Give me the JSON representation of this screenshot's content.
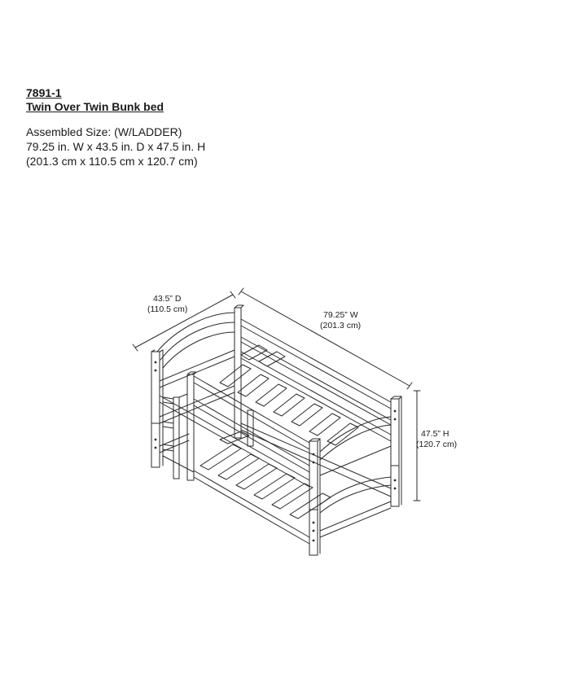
{
  "product": {
    "model": "7891-1",
    "name": "Twin Over Twin Bunk bed"
  },
  "specs": {
    "heading": "Assembled Size: (W/LADDER)",
    "imperial": "79.25 in. W x 43.5 in. D x 47.5 in. H",
    "metric": "(201.3 cm x 110.5 cm x 120.7 cm)"
  },
  "dimensions": {
    "depth": {
      "imperial": "43.5” D",
      "metric": "(110.5 cm)"
    },
    "width": {
      "imperial": "79.25” W",
      "metric": "(201.3 cm)"
    },
    "height": {
      "imperial": "47.5” H",
      "metric": "(120.7 cm)"
    }
  },
  "colors": {
    "line": "#2a2a2a",
    "text": "#1a1a1a"
  }
}
